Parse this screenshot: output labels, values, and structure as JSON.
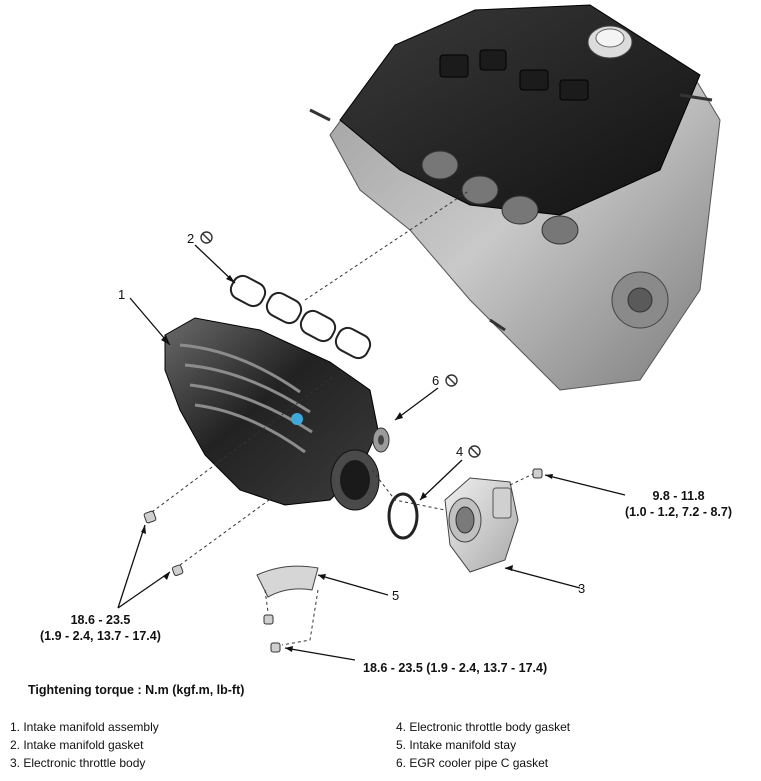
{
  "callouts": {
    "c1": "1",
    "c2": "2",
    "c3": "3",
    "c4": "4",
    "c5": "5",
    "c6": "6"
  },
  "torques": {
    "throttle": {
      "line1": "9.8 - 11.8",
      "line2": "(1.0 - 1.2, 7.2 - 8.7)"
    },
    "manifold": {
      "line1": "18.6 - 23.5",
      "line2": "(1.9 - 2.4, 13.7 - 17.4)"
    },
    "stay": {
      "line1": "18.6 - 23.5 (1.9 - 2.4, 13.7 - 17.4)"
    }
  },
  "caption": "Tightening torque : N.m (kgf.m, lb-ft)",
  "legend": {
    "left": [
      "1. Intake manifold assembly",
      "2. Intake manifold gasket",
      "3. Electronic throttle body"
    ],
    "right": [
      "4. Electronic throttle body gasket",
      "5. Intake manifold stay",
      "6. EGR cooler pipe C gasket"
    ]
  },
  "icons": [
    "do-not-reuse-icon"
  ],
  "colors": {
    "marker": "#3fa9dc"
  }
}
